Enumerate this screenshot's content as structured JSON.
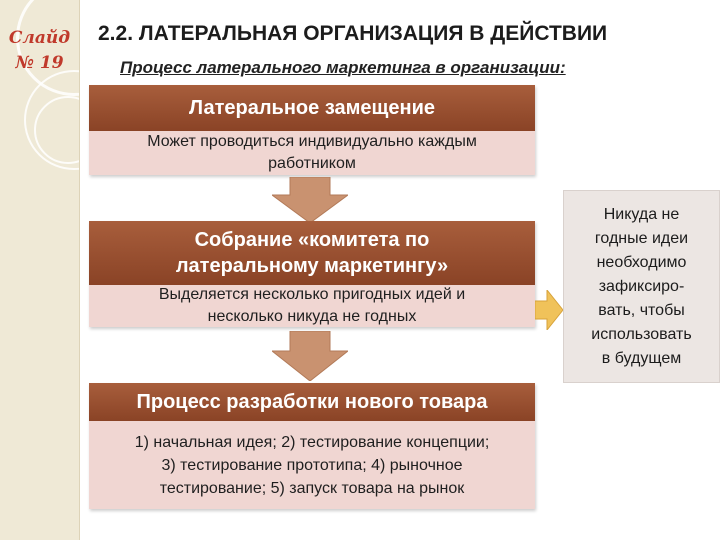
{
  "slide": {
    "label": "Слайд\n№ 19",
    "title": "2.2. ЛАТЕРАЛЬНАЯ ОРГАНИЗАЦИЯ  В ДЕЙСТВИИ",
    "subtitle": "Процесс латерального маркетинга в организации:"
  },
  "blocks": [
    {
      "heading": "Латеральное замещение",
      "body": "Может проводиться индивидуально каждым\nработником"
    },
    {
      "heading": "Собрание «комитета по\nлатеральному маркетингу»",
      "body": "Выделяется несколько пригодных идей и\nнесколько никуда не годных"
    },
    {
      "heading": "Процесс разработки нового товара",
      "body": "1) начальная идея;  2) тестирование концепции;\n3) тестирование прототипа;  4) рыночное\nтестирование;  5) запуск товара на рынок"
    }
  ],
  "note": "Никуда не\nгодные идеи\nнеобходимо\nзафиксиро-\nвать, чтобы\nиспользовать\nв будущем",
  "colors": {
    "heading_bg": "#8a4326",
    "body_bg": "#f0d6d2",
    "arrow_fill": "#c99270",
    "side_arrow_fill": "#f0c25a",
    "accent_text": "#c0392b"
  }
}
